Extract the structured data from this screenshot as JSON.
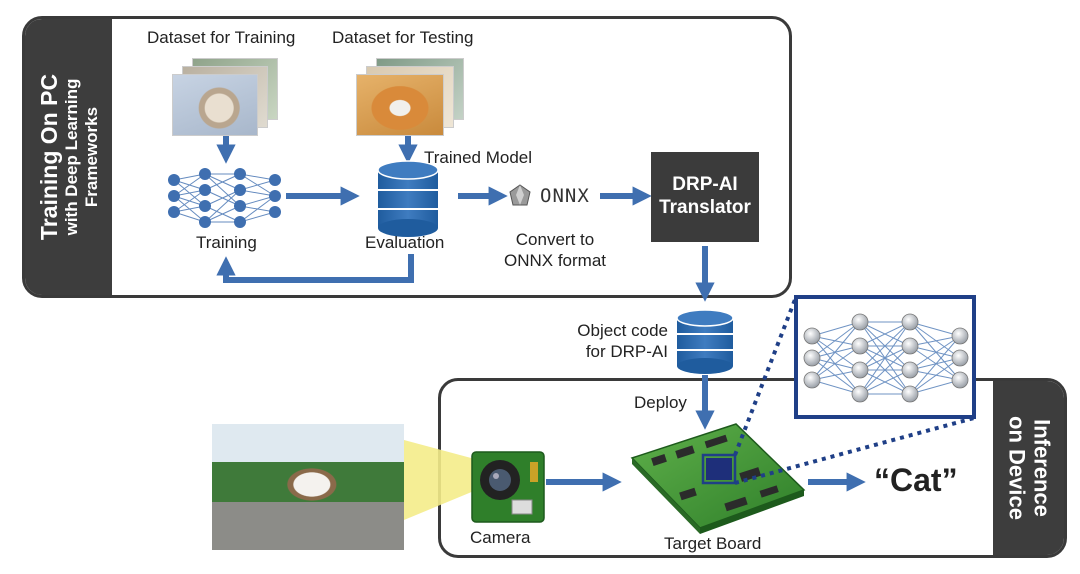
{
  "training_panel": {
    "tab_line1": "Training On PC",
    "tab_line2": "with Deep Learning",
    "tab_line3": "Frameworks",
    "dataset_training": "Dataset for Training",
    "dataset_testing": "Dataset for Testing",
    "trained_model": "Trained Model",
    "training": "Training",
    "evaluation": "Evaluation",
    "onnx": "ONNX",
    "convert_line1": "Convert to",
    "convert_line2": "ONNX format",
    "translator_line1": "DRP-AI",
    "translator_line2": "Translator"
  },
  "middle": {
    "object_code_line1": "Object code",
    "object_code_line2": "for DRP-AI",
    "deploy": "Deploy"
  },
  "inference_panel": {
    "tab_line1": "Inference",
    "tab_line2": "on Device",
    "camera": "Camera",
    "target_board": "Target Board",
    "result": "“Cat”"
  },
  "colors": {
    "arrow": "#3f6fb0",
    "panel_dark": "#3d3d3d",
    "highlight_frame": "#1f3f87"
  }
}
